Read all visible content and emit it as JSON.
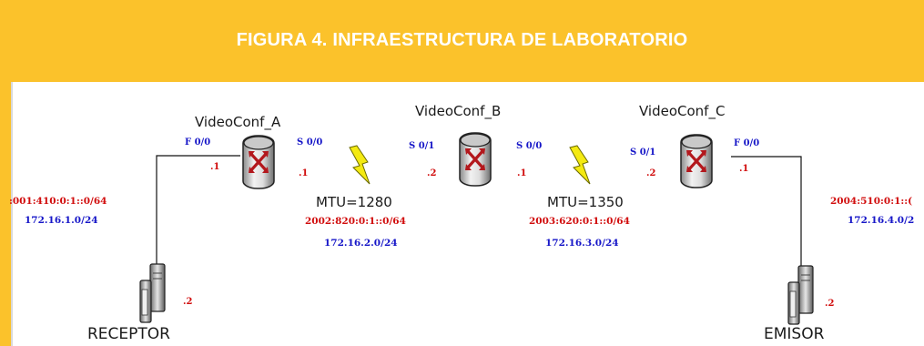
{
  "header": {
    "title": "FIGURA 4. INFRAESTRUCTURA DE LABORATORIO"
  },
  "routers": {
    "a": {
      "name": "VideoConf_A",
      "left_port": "F 0/0",
      "left_addr": ".1",
      "right_port": "S 0/0",
      "right_addr": ".1"
    },
    "b": {
      "name": "VideoConf_B",
      "left_port": "S 0/1",
      "left_addr": ".2",
      "right_port": "S 0/0",
      "right_addr": ".1"
    },
    "c": {
      "name": "VideoConf_C",
      "left_port": "S 0/1",
      "left_addr": ".2",
      "right_port": "F 0/0",
      "right_addr": ".1"
    }
  },
  "links": {
    "ab": {
      "mtu": "MTU=1280",
      "ipv6": "2002:820:0:1::0/64",
      "ipv4": "172.16.2.0/24"
    },
    "bc": {
      "mtu": "MTU=1350",
      "ipv6": "2003:620:0:1::0/64",
      "ipv4": "172.16.3.0/24"
    }
  },
  "lans": {
    "left": {
      "ipv6": ":001:410:0:1::0/64",
      "ipv4": "172.16.1.0/24"
    },
    "right": {
      "ipv6": "2004:510:0:1::(",
      "ipv4": "172.16.4.0/2"
    }
  },
  "hosts": {
    "receptor": {
      "name": "RECEPTOR",
      "addr": ".2"
    },
    "emisor": {
      "name": "EMISOR",
      "addr": ".2"
    }
  },
  "colors": {
    "header": "#fbc22b",
    "port_blue": "#1717c8",
    "addr_red": "#d10d0d",
    "bolt_yellow": "#f4ea12"
  },
  "icons": {
    "router": "router-icon",
    "serial_link": "lightning-bolt-icon",
    "host": "workstation-icon"
  }
}
